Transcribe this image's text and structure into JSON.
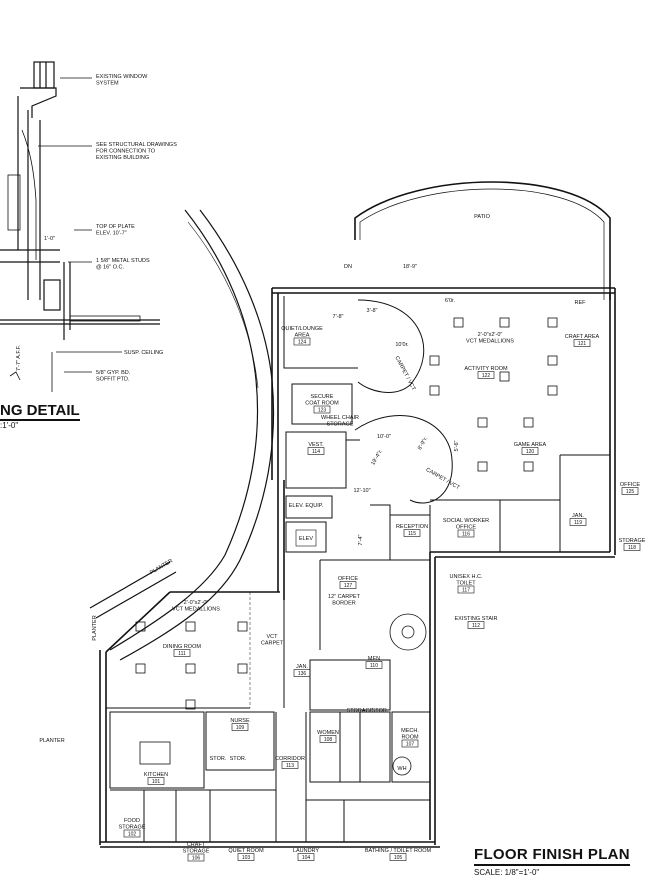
{
  "title": {
    "main": "FLOOR FINISH PLAN",
    "scale": "SCALE: 1/8\"=1'-0\""
  },
  "detail": {
    "title": "NG DETAIL",
    "scale": ":1'-0\""
  },
  "detail_notes": [
    {
      "id": "window",
      "text": [
        "EXISTING WINDOW",
        "SYSTEM"
      ]
    },
    {
      "id": "structural",
      "text": [
        "SEE STRUCTURAL DRAWINGS",
        "FOR CONNECTION TO",
        "EXISTING BUILDING"
      ]
    },
    {
      "id": "plate",
      "text": [
        "TOP OF PLATE",
        "ELEV. 10'-7\""
      ]
    },
    {
      "id": "studs",
      "text": [
        "1 5/8\" METAL STUDS",
        "@ 16\" O.C."
      ]
    },
    {
      "id": "ceiling",
      "text": [
        "SUSP. CEILING"
      ]
    },
    {
      "id": "gyp",
      "text": [
        "5/8\" GYP. BD.",
        "SOFFIT PTD."
      ]
    },
    {
      "id": "aff",
      "text": [
        "7'-7\" A.F.F."
      ]
    },
    {
      "id": "dim-1-0",
      "text": [
        "1'-0\""
      ]
    }
  ],
  "rooms": [
    {
      "id": "patio",
      "name": [
        "PATIO"
      ],
      "number": ""
    },
    {
      "id": "quiet-lounge",
      "name": [
        "QUIET/LOUNGE",
        "AREA"
      ],
      "number": "124"
    },
    {
      "id": "activity",
      "name": [
        "ACTIVITY ROOM"
      ],
      "number": "122"
    },
    {
      "id": "craft-area",
      "name": [
        "CRAFT AREA"
      ],
      "number": "121"
    },
    {
      "id": "coat-room",
      "name": [
        "SECURE",
        "COAT ROOM"
      ],
      "number": "123"
    },
    {
      "id": "vest",
      "name": [
        "VEST."
      ],
      "number": "114"
    },
    {
      "id": "game-area",
      "name": [
        "GAME AREA"
      ],
      "number": "120"
    },
    {
      "id": "office-125",
      "name": [
        "OFFICE"
      ],
      "number": "125"
    },
    {
      "id": "elev-equip",
      "name": [
        "ELEV. EQUIP."
      ],
      "number": ""
    },
    {
      "id": "elev",
      "name": [
        "ELEV"
      ],
      "number": ""
    },
    {
      "id": "reception",
      "name": [
        "RECEPTION"
      ],
      "number": "115"
    },
    {
      "id": "social-worker",
      "name": [
        "SOCIAL WORKER",
        "OFFICE"
      ],
      "number": "116"
    },
    {
      "id": "jan-119",
      "name": [
        "JAN."
      ],
      "number": "119"
    },
    {
      "id": "storage-118",
      "name": [
        "STORAGE"
      ],
      "number": "118"
    },
    {
      "id": "unisex-toilet",
      "name": [
        "UNISEX H.C.",
        "TOILET"
      ],
      "number": "117"
    },
    {
      "id": "office-127",
      "name": [
        "OFFICE"
      ],
      "number": "127"
    },
    {
      "id": "existing-stair",
      "name": [
        "EXISTING STAIR"
      ],
      "number": "112"
    },
    {
      "id": "dining",
      "name": [
        "DINING ROOM"
      ],
      "number": "111"
    },
    {
      "id": "jan-136",
      "name": [
        "JAN."
      ],
      "number": "136"
    },
    {
      "id": "men",
      "name": [
        "MEN"
      ],
      "number": "110"
    },
    {
      "id": "nurse",
      "name": [
        "NURSE"
      ],
      "number": "109"
    },
    {
      "id": "women",
      "name": [
        "WOMEN"
      ],
      "number": "108"
    },
    {
      "id": "mech-room",
      "name": [
        "MECH.",
        "ROOM"
      ],
      "number": "107"
    },
    {
      "id": "kitchen",
      "name": [
        "KITCHEN"
      ],
      "number": "101"
    },
    {
      "id": "corridor",
      "name": [
        "CORRIDOR"
      ],
      "number": "113"
    },
    {
      "id": "food-storage",
      "name": [
        "FOOD",
        "STORAGE"
      ],
      "number": "102"
    },
    {
      "id": "craft-storage",
      "name": [
        "CRAFT",
        "STORAGE"
      ],
      "number": "106"
    },
    {
      "id": "quiet-room",
      "name": [
        "QUIET ROOM"
      ],
      "number": "103"
    },
    {
      "id": "laundry",
      "name": [
        "LAUNDRY"
      ],
      "number": "104"
    },
    {
      "id": "bathing",
      "name": [
        "BATHING / TOILET ROOM"
      ],
      "number": "105"
    }
  ],
  "plan_notes": [
    {
      "id": "dim-18-9",
      "text": [
        "18'-9\""
      ]
    },
    {
      "id": "dim-6-0r",
      "text": [
        "6'0r."
      ]
    },
    {
      "id": "dim-3-8",
      "text": [
        "3'-8\""
      ]
    },
    {
      "id": "dim-7-8",
      "text": [
        "7'-8\""
      ]
    },
    {
      "id": "dim-10-0r",
      "text": [
        "10'0r."
      ]
    },
    {
      "id": "vct-activity",
      "text": [
        "2'-0\"x2'-0\"",
        "VCT MEDALLIONS"
      ]
    },
    {
      "id": "carpet-vct-1",
      "text": [
        "CARPET / VCT"
      ]
    },
    {
      "id": "carpet-vct-2",
      "text": [
        "CARPET / VCT"
      ]
    },
    {
      "id": "wheel-chair",
      "text": [
        "WHEEL CHAIR",
        "STORAGE"
      ]
    },
    {
      "id": "dim-10-0",
      "text": [
        "10'-0\""
      ]
    },
    {
      "id": "dim-8-9r",
      "text": [
        "8'-9\"r."
      ]
    },
    {
      "id": "dim-19-4r",
      "text": [
        "19'-4\"r."
      ]
    },
    {
      "id": "dim-5-6",
      "text": [
        "5'-6\""
      ]
    },
    {
      "id": "dim-12-10",
      "text": [
        "12'-10\""
      ]
    },
    {
      "id": "dim-7-4",
      "text": [
        "7'-4\""
      ]
    },
    {
      "id": "carpet-border",
      "text": [
        "12\" CARPET",
        "BORDER"
      ]
    },
    {
      "id": "vct-dining",
      "text": [
        "2'-0\"x2'-0\"",
        "VCT MEDALLIONS"
      ]
    },
    {
      "id": "vct-carpet",
      "text": [
        "VCT",
        "CARPET"
      ]
    },
    {
      "id": "planter-1",
      "text": [
        "PLANTER"
      ]
    },
    {
      "id": "planter-2",
      "text": [
        "PLANTER"
      ]
    },
    {
      "id": "planter-3",
      "text": [
        "PLANTER"
      ]
    },
    {
      "id": "dn",
      "text": [
        "DN"
      ]
    },
    {
      "id": "ref",
      "text": [
        "REF"
      ]
    },
    {
      "id": "storage-a",
      "text": [
        "STORAGE"
      ]
    },
    {
      "id": "stor-a",
      "text": [
        "STOR."
      ]
    },
    {
      "id": "stor-b",
      "text": [
        "STOR."
      ]
    },
    {
      "id": "stor-c",
      "text": [
        "STOR."
      ]
    },
    {
      "id": "wh",
      "text": [
        "WH"
      ]
    }
  ]
}
